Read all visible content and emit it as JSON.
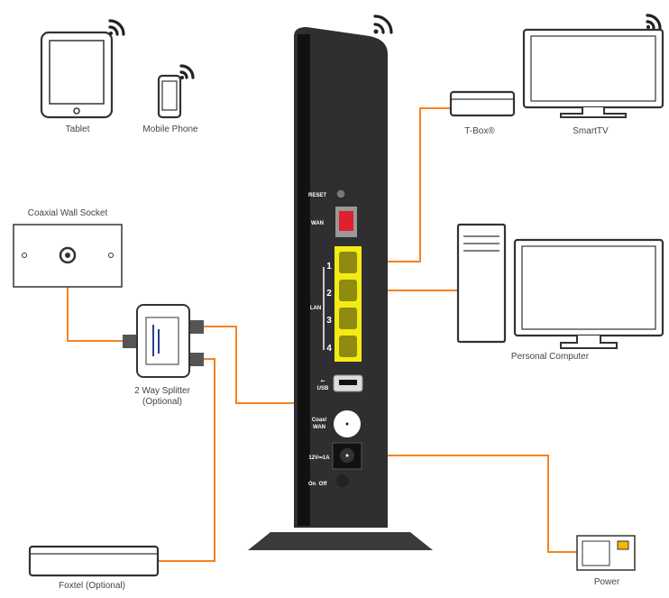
{
  "devices": {
    "tablet": "Tablet",
    "mobile_phone": "Mobile Phone",
    "tbox": "T-Box®",
    "smarttv": "SmartTV",
    "wall_socket": "Coaxial Wall Socket",
    "splitter_line1": "2 Way Splitter",
    "splitter_line2": "(Optional)",
    "pc": "Personal Computer",
    "foxtel": "Foxtel (Optional)",
    "power": "Power"
  },
  "router": {
    "reset": "RESET",
    "wan": "WAN",
    "lan": "LAN",
    "lan_ports": [
      "1",
      "2",
      "3",
      "4"
    ],
    "usb": "USB",
    "coax_line1": "Coax/",
    "coax_line2": "WAN",
    "power_rating": "12V⎓1A",
    "on": "On",
    "off": "Off"
  },
  "colors": {
    "cable": "#f58220",
    "router": "#2b2b2b",
    "lan_panel": "#f5ea14",
    "wan_port": "#e0202a"
  }
}
